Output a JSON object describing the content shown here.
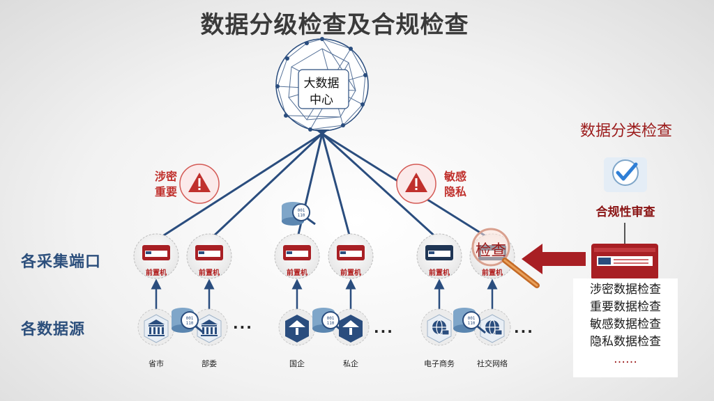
{
  "title": "数据分级检查及合规检查",
  "hub": {
    "line1": "大数据",
    "line2": "中心"
  },
  "warnings": {
    "left": {
      "line1": "涉密",
      "line2": "重要"
    },
    "right": {
      "line1": "敏感",
      "line2": "隐私"
    }
  },
  "row_labels": {
    "ports": "各采集端口",
    "sources": "各数据源"
  },
  "front_machine_label": "前置机",
  "sources": [
    "省市",
    "部委",
    "国企",
    "私企",
    "电子商务",
    "社交网络"
  ],
  "ellipsis": "···",
  "magnifier_text": "检查",
  "classification": {
    "title": "数据分类检查",
    "compliance": "合规性审查",
    "items": [
      "涉密数据检查",
      "重要数据检查",
      "敏感数据检查",
      "隐私数据检查",
      "……"
    ]
  },
  "colors": {
    "accent_red": "#c0302c",
    "dark_red": "#9b1b1b",
    "navy": "#2c4f7c",
    "line_blue": "#2a4d7e"
  }
}
